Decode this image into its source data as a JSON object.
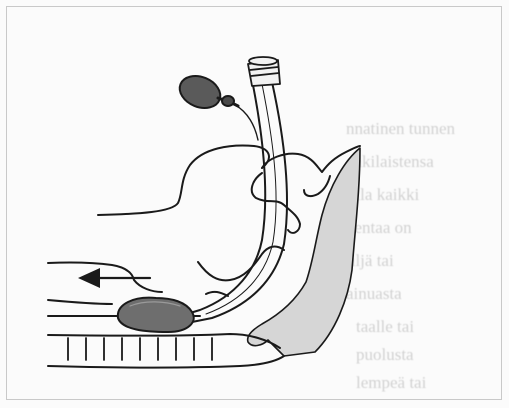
{
  "figure": {
    "background_color": "#fbfbfb",
    "line_color": "#1a1a1a",
    "tissue_fill": "#d6d6d6",
    "cuff_fill": "#6e6e6e"
  },
  "bleed_through_text": [
    "nnatinen tunnen",
    "enkilaistensa",
    "iilla kaikki",
    "uentaa on",
    "tiljä tai",
    "ainuasta",
    "taalle tai",
    "puolusta",
    "lempeä tai"
  ]
}
